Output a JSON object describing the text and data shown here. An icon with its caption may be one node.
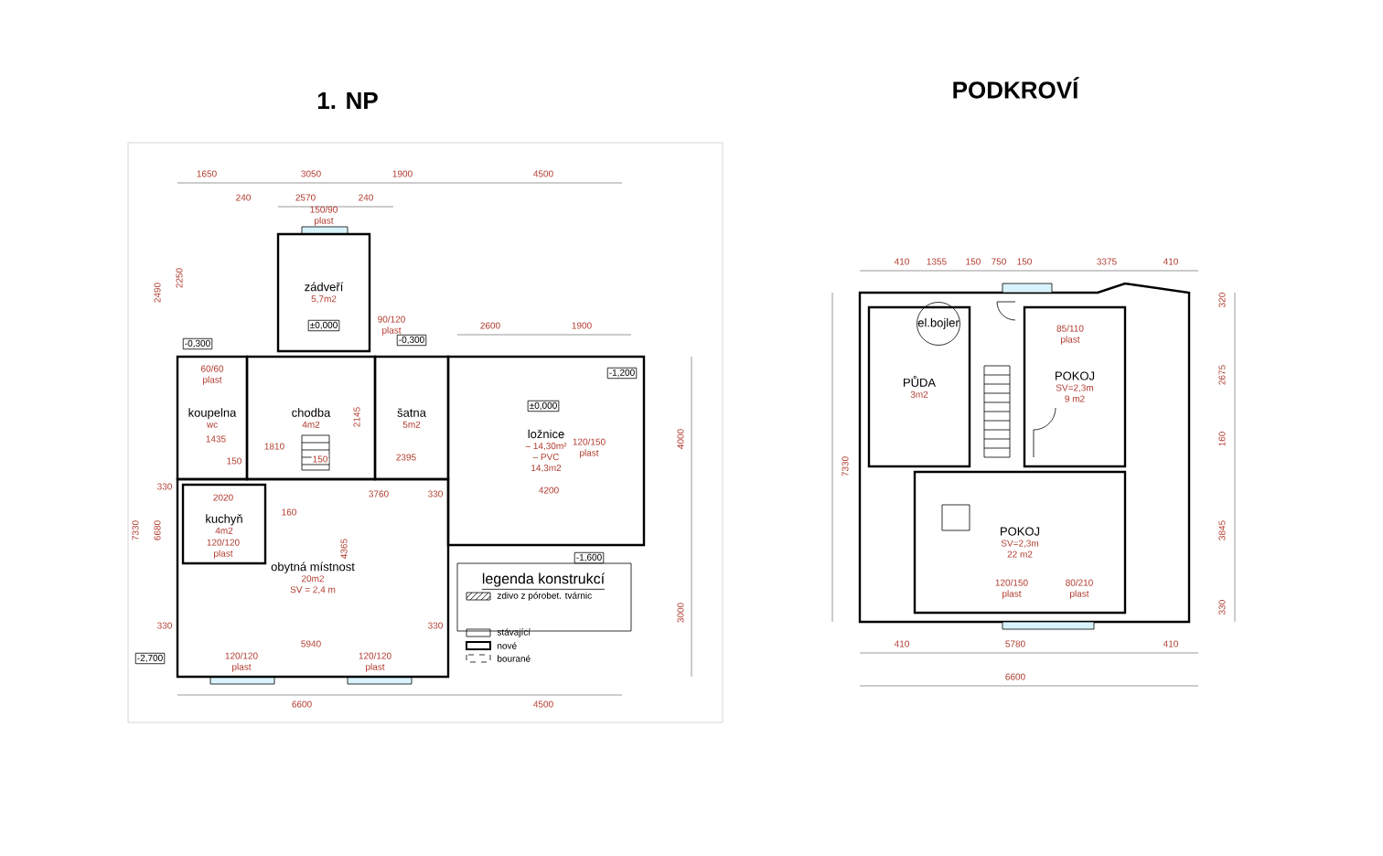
{
  "diagram": {
    "nodes": [
      {
        "text": [
          "zádveří",
          "5,7m2"
        ],
        "beside": [
          "150/90 plast"
        ]
      },
      {
        "text": [
          "koupelna",
          "wc"
        ]
      },
      {
        "text": [
          "chodba",
          "4m2"
        ]
      },
      {
        "text": [
          "šatna",
          "5m2"
        ]
      },
      {
        "text": [
          "ložnice",
          "– 14,30m²",
          "– PVC",
          "14,3m2"
        ]
      },
      {
        "text": [
          "obytná místnost",
          "20m2",
          "SV = 2,4 m"
        ]
      },
      {
        "text": [
          "kuchyň",
          "4m2"
        ],
        "in": 5
      },
      {
        "text": [
          "PŮDA",
          "3m2"
        ]
      },
      {
        "text": [
          "el.bojler"
        ],
        "in": 7
      },
      {
        "text": [
          "POKOJ",
          "SV=2,3m",
          "9 m2"
        ]
      },
      {
        "text": [
          "POKOJ",
          "SV=2,3m",
          "22 m2"
        ]
      }
    ],
    "labels": [
      "1. NP",
      "PODKROVÍ",
      "1650",
      "3050",
      "1900",
      "4500",
      "240",
      "2570",
      "240",
      "2490",
      "2250",
      "±0,000",
      "-0,300",
      "-0,300",
      "2600",
      "1900",
      "-1,200",
      "±0,000",
      "90/120 plast",
      "60/60 plast",
      "1435",
      "1810",
      "150",
      "150",
      "2395",
      "2145",
      "330",
      "2020",
      "3760",
      "160",
      "330",
      "4200",
      "120/120 plast",
      "4365",
      "5940",
      "330",
      "330",
      "120/120 plast",
      "120/120 plast",
      "6600",
      "4500",
      "7330",
      "6680",
      "-1,600",
      "-2,700",
      "4000",
      "3000",
      "120/150 plast",
      "legenda konstrukcí",
      "410",
      "1355",
      "150",
      "750",
      "150",
      "3375",
      "410",
      "7330",
      "320",
      "2675",
      "160",
      "3845",
      "330",
      "85/110 plast",
      "120/150 plast",
      "80/210 plast",
      "410",
      "5780",
      "410",
      "6600"
    ],
    "legend": [
      {
        "text": "zdivo z pórobet. tvárnic"
      },
      {
        "text": "stávající"
      },
      {
        "text": "nové"
      },
      {
        "text": "bourané"
      }
    ]
  }
}
